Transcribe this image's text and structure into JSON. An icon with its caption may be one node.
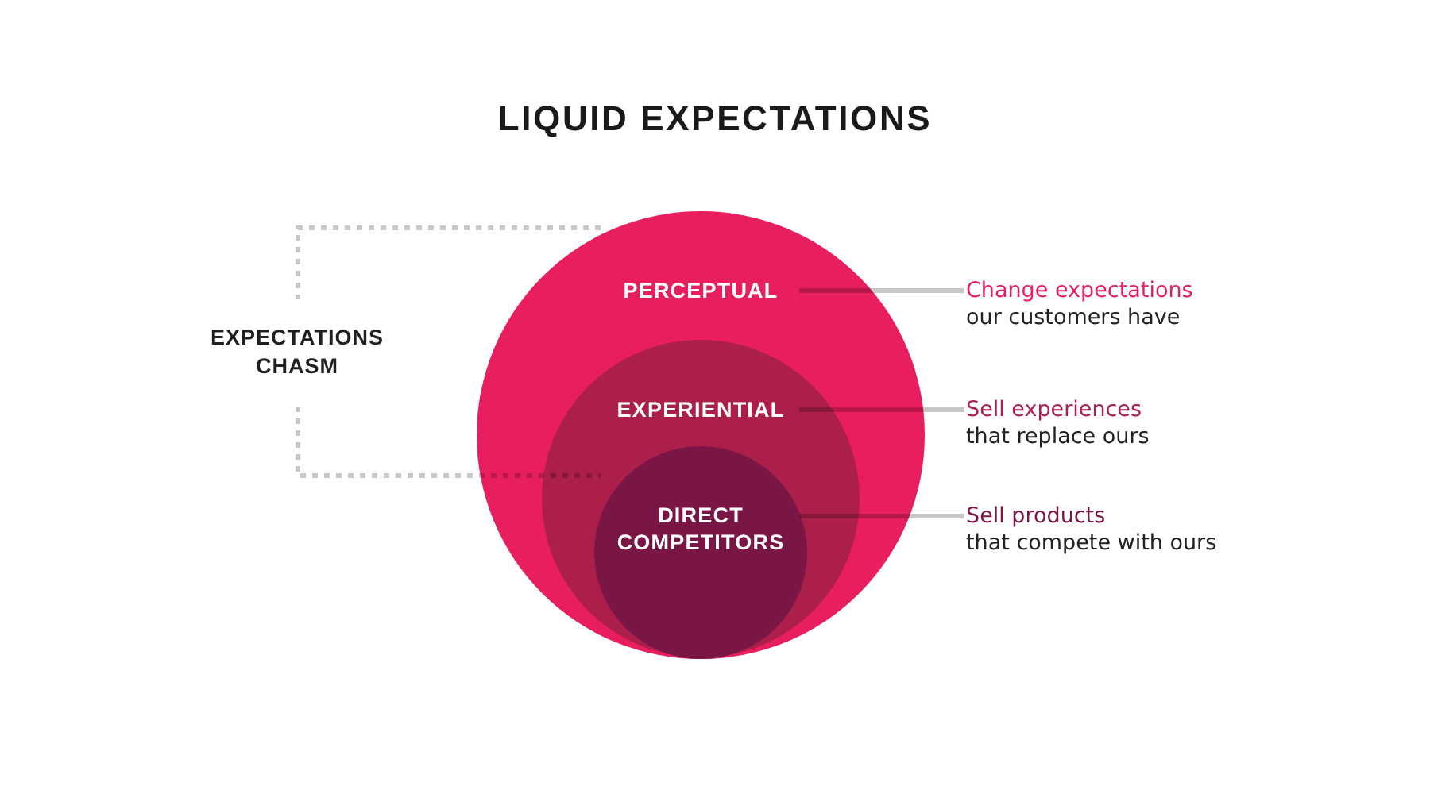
{
  "diagram": {
    "title": "LIQUID EXPECTATIONS",
    "nodes": [
      {
        "text": [
          "PERCEPTUAL"
        ]
      },
      {
        "text": [
          "EXPERIENTIAL"
        ],
        "in": 0
      },
      {
        "text": [
          "DIRECT COMPETITORS"
        ],
        "in": 1
      },
      {
        "text": [
          "Change expectations",
          "our customers have"
        ]
      },
      {
        "text": [
          "Sell experiences",
          "that replace ours"
        ]
      },
      {
        "text": [
          "Sell products",
          "that compete with ours"
        ]
      }
    ],
    "edges": [
      {
        "from": 3,
        "to": 0,
        "arrow": "none"
      },
      {
        "from": 4,
        "to": 1,
        "arrow": "none"
      },
      {
        "from": 5,
        "to": 2,
        "arrow": "none"
      }
    ],
    "labels": [
      "EXPECTATIONS CHASM"
    ]
  }
}
